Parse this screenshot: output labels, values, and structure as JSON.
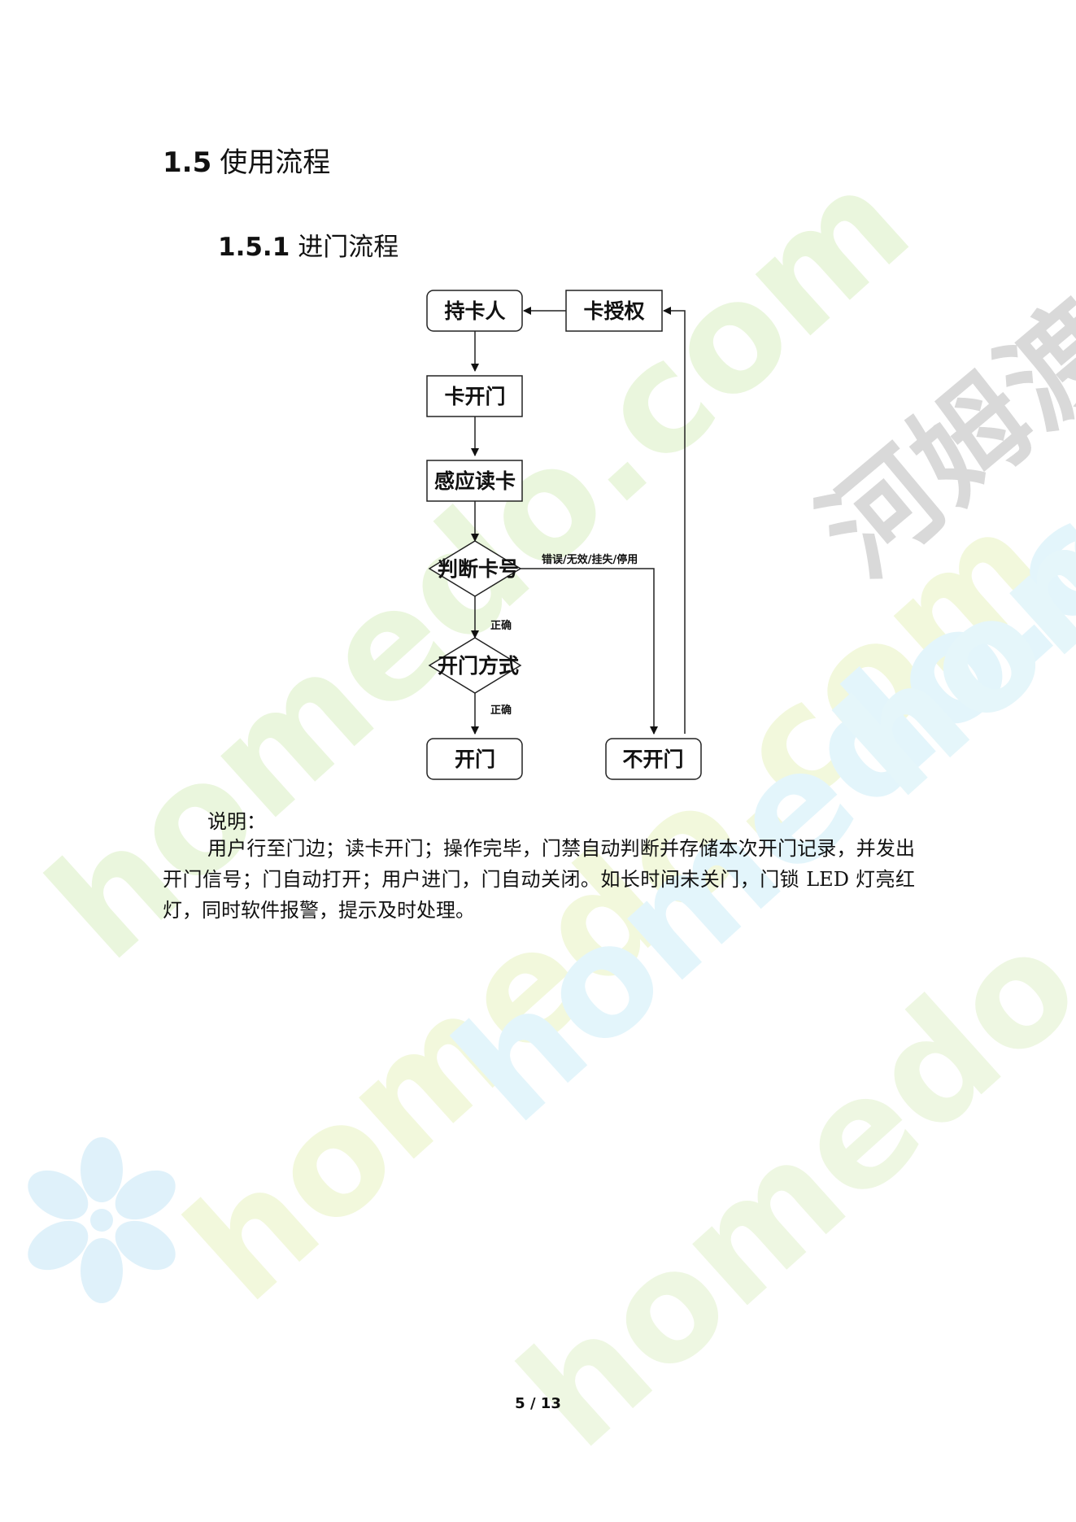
{
  "watermark": {
    "latin": "homedo.com",
    "chinese": "河姆渡"
  },
  "section": {
    "number": "1.5",
    "title": "使用流程"
  },
  "subsection": {
    "number": "1.5.1",
    "title": "进门流程"
  },
  "flowchart": {
    "nodes": {
      "cardholder": "持卡人",
      "card_auth": "卡授权",
      "card_open": "卡开门",
      "sense_read": "感应读卡",
      "judge_card": "判断卡号",
      "open_mode": "开门方式",
      "open_door": "开门",
      "no_open": "不开门"
    },
    "edge_labels": {
      "error": "错误/无效/挂失/停用",
      "correct_1": "正确",
      "correct_2": "正确"
    }
  },
  "description": {
    "label": "说明：",
    "body": "用户行至门边；读卡开门；操作完毕，门禁自动判断并存储本次开门记录，并发出开门信号；门自动打开；用户进门，门自动关闭。如长时间未关门，门锁 LED 灯亮红灯，同时软件报警，提示及时处理。"
  },
  "page": {
    "number": "5 / 13"
  }
}
